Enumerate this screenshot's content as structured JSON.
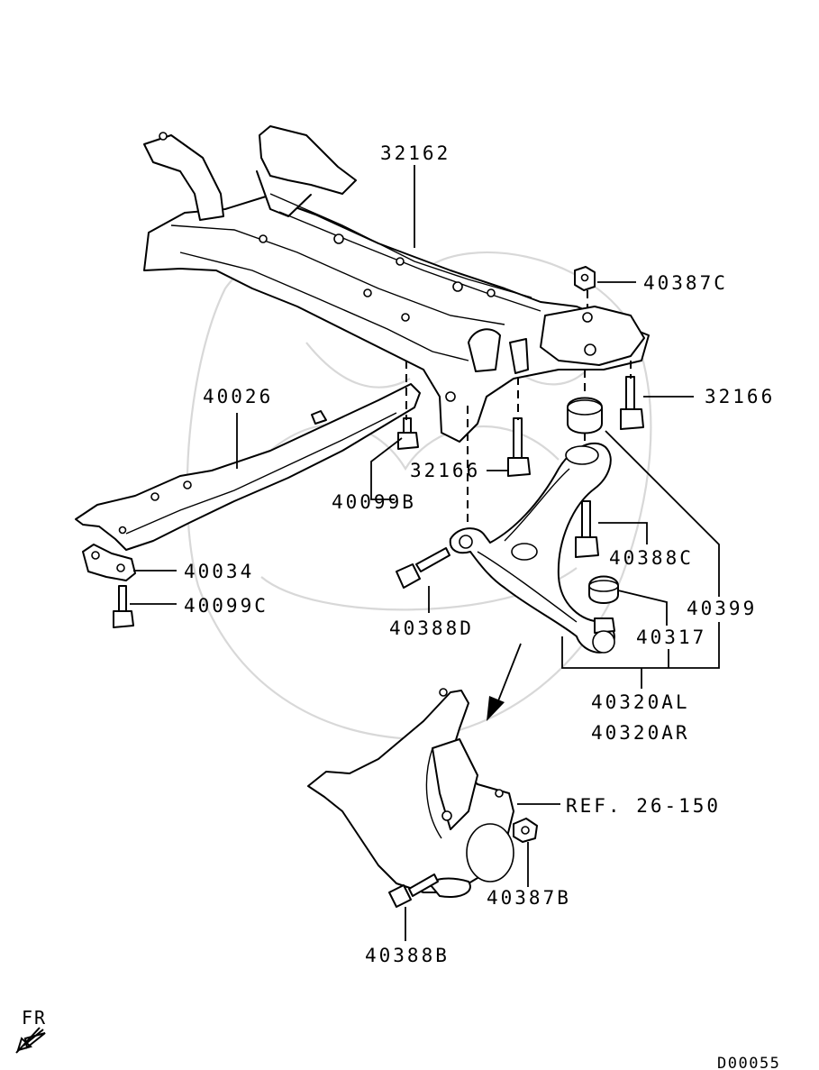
{
  "callouts": {
    "crossmember": "32162",
    "nut_top": "40387C",
    "bolt_crossmember_right": "32166",
    "bolt_crossmember_center": "32166",
    "bar": "40026",
    "bolt_bar": "40099B",
    "bracket": "40034",
    "bolt_bracket": "40099C",
    "bolt_arm_front": "40388D",
    "bolt_arm_rear": "40388C",
    "bushing_kit": "40399",
    "ball_joint_dust": "40317",
    "arm_left": "40320AL",
    "arm_right": "40320AR",
    "knuckle_ref": "REF. 26-150",
    "nut_knuckle": "40387B",
    "bolt_knuckle": "40388B"
  },
  "direction_label": "FR",
  "diagram_code": "D00055"
}
